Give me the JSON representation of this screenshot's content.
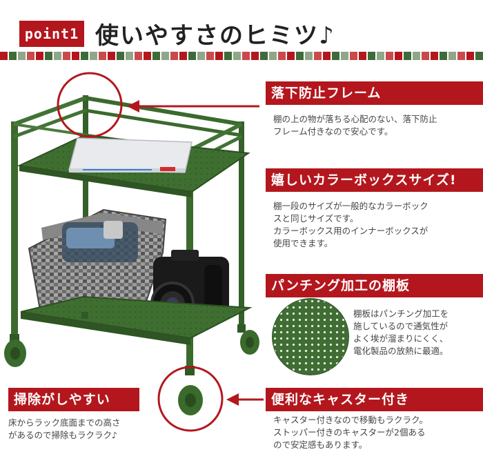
{
  "header": {
    "badge": "point1",
    "title": "使いやすさのヒミツ♪"
  },
  "features": [
    {
      "title": "落下防止フレーム",
      "desc_lines": [
        "棚の上の物が落ちる心配のない、落下防止",
        "フレーム付きなので安心です。"
      ]
    },
    {
      "title": "嬉しいカラーボックスサイズ!",
      "desc_lines": [
        "棚一段のサイズが一般的なカラーボック",
        "スと同じサイズです。",
        "カラーボックス用のインナーボックスが",
        "使用できます。"
      ]
    },
    {
      "title": "パンチング加工の棚板",
      "desc_lines": [
        "棚板はパンチング加工を",
        "施しているので通気性が",
        "よく埃が溜まりにくく、",
        "電化製品の放熱に最適。"
      ]
    },
    {
      "title": "掃除がしやすい",
      "desc_lines": [
        "床からラック底面までの高さ",
        "があるので掃除もラクラク♪"
      ]
    },
    {
      "title": "便利なキャスター付き",
      "desc_lines": [
        "キャスター付きなので移動もラクラク。",
        "ストッパー付きのキャスターが2個ある",
        "ので安定感もあります。"
      ]
    }
  ],
  "colors": {
    "accent_red": "#b3171d",
    "cart_green": "#3e6b2f"
  }
}
